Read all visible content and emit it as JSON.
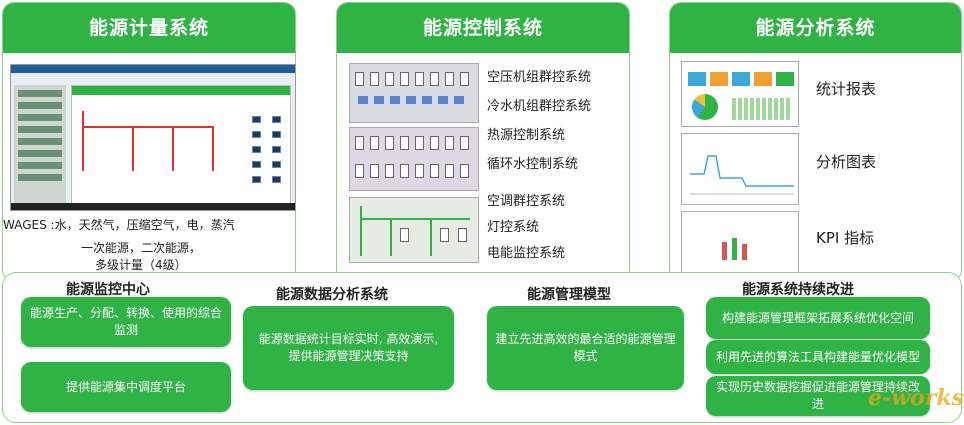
{
  "panels": {
    "metering": {
      "title": "能源计量系统",
      "wages": "WAGES :水，天然气，压缩空气，电，蒸汽",
      "energy": "一次能源，二次能源，",
      "levels": "多级计量（4级）"
    },
    "control": {
      "title": "能源控制系统",
      "items": [
        "空压机组群控系统",
        "冷水机组群控系统",
        "热源控制系统",
        "循环水控制系统",
        "空调群控系统",
        "灯控系统",
        "电能监控系统"
      ]
    },
    "analysis": {
      "title": "能源分析系统",
      "items": [
        "统计报表",
        "分析图表",
        "KPI 指标"
      ]
    }
  },
  "bottom": {
    "monitor": {
      "title": "能源监控中心",
      "boxes": [
        "能源生产、分配、转换、使用的综合监测",
        "提供能源集中调度平台"
      ]
    },
    "data_analysis": {
      "title": "能源数据分析系统",
      "box": "能源数据统计目标实时, 高效演示, 提供能源管理决策支持"
    },
    "model": {
      "title": "能源管理模型",
      "box": "建立先进高效的最合适的能源管理模式"
    },
    "improve": {
      "title": "能源系统持续改进",
      "boxes": [
        "构建能源管理框架拓展系统优化空间",
        "利用先进的算法工具构建能量优化模型",
        "实现历史数据挖掘促进能源管理持续改进"
      ]
    }
  },
  "watermark": "e-works",
  "colors": {
    "green": "#2fb344",
    "border": "#8fd08a"
  }
}
